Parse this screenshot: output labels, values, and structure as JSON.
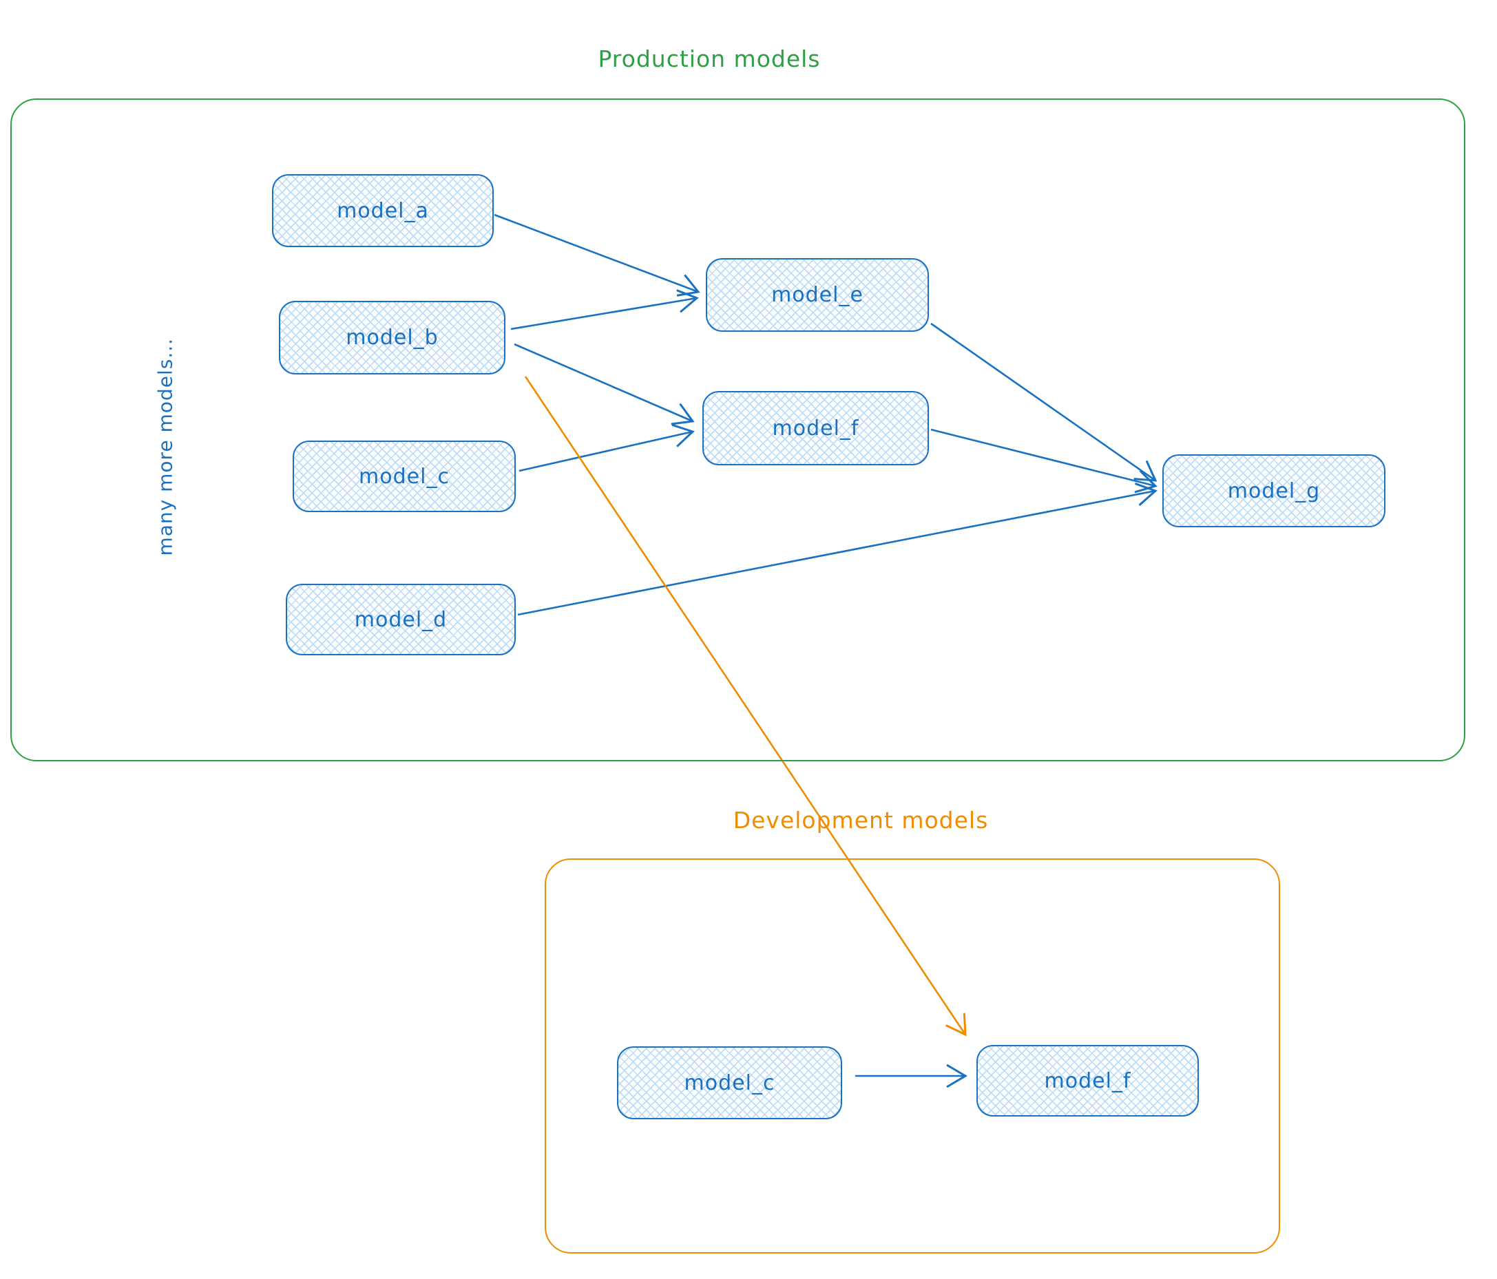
{
  "production": {
    "title": "Production models",
    "side_note": "many more models...",
    "nodes": [
      {
        "id": "model_a",
        "label": "model_a"
      },
      {
        "id": "model_b",
        "label": "model_b"
      },
      {
        "id": "model_c",
        "label": "model_c"
      },
      {
        "id": "model_d",
        "label": "model_d"
      },
      {
        "id": "model_e",
        "label": "model_e"
      },
      {
        "id": "model_f",
        "label": "model_f"
      },
      {
        "id": "model_g",
        "label": "model_g"
      }
    ]
  },
  "development": {
    "title": "Development models",
    "nodes": [
      {
        "id": "model_c",
        "label": "model_c"
      },
      {
        "id": "model_f",
        "label": "model_f"
      }
    ]
  },
  "edges": [
    {
      "from": "production.model_a",
      "to": "production.model_e",
      "color": "blue"
    },
    {
      "from": "production.model_b",
      "to": "production.model_e",
      "color": "blue"
    },
    {
      "from": "production.model_b",
      "to": "production.model_f",
      "color": "blue"
    },
    {
      "from": "production.model_c",
      "to": "production.model_f",
      "color": "blue"
    },
    {
      "from": "production.model_e",
      "to": "production.model_g",
      "color": "blue"
    },
    {
      "from": "production.model_f",
      "to": "production.model_g",
      "color": "blue"
    },
    {
      "from": "production.model_d",
      "to": "production.model_g",
      "color": "blue"
    },
    {
      "from": "production.model_b",
      "to": "development.model_f",
      "color": "orange"
    },
    {
      "from": "development.model_c",
      "to": "development.model_f",
      "color": "blue"
    }
  ],
  "colors": {
    "node_stroke": "#1971c2",
    "hatch": "#bedcf6",
    "green": "#2f9e44",
    "orange": "#f08c00"
  }
}
